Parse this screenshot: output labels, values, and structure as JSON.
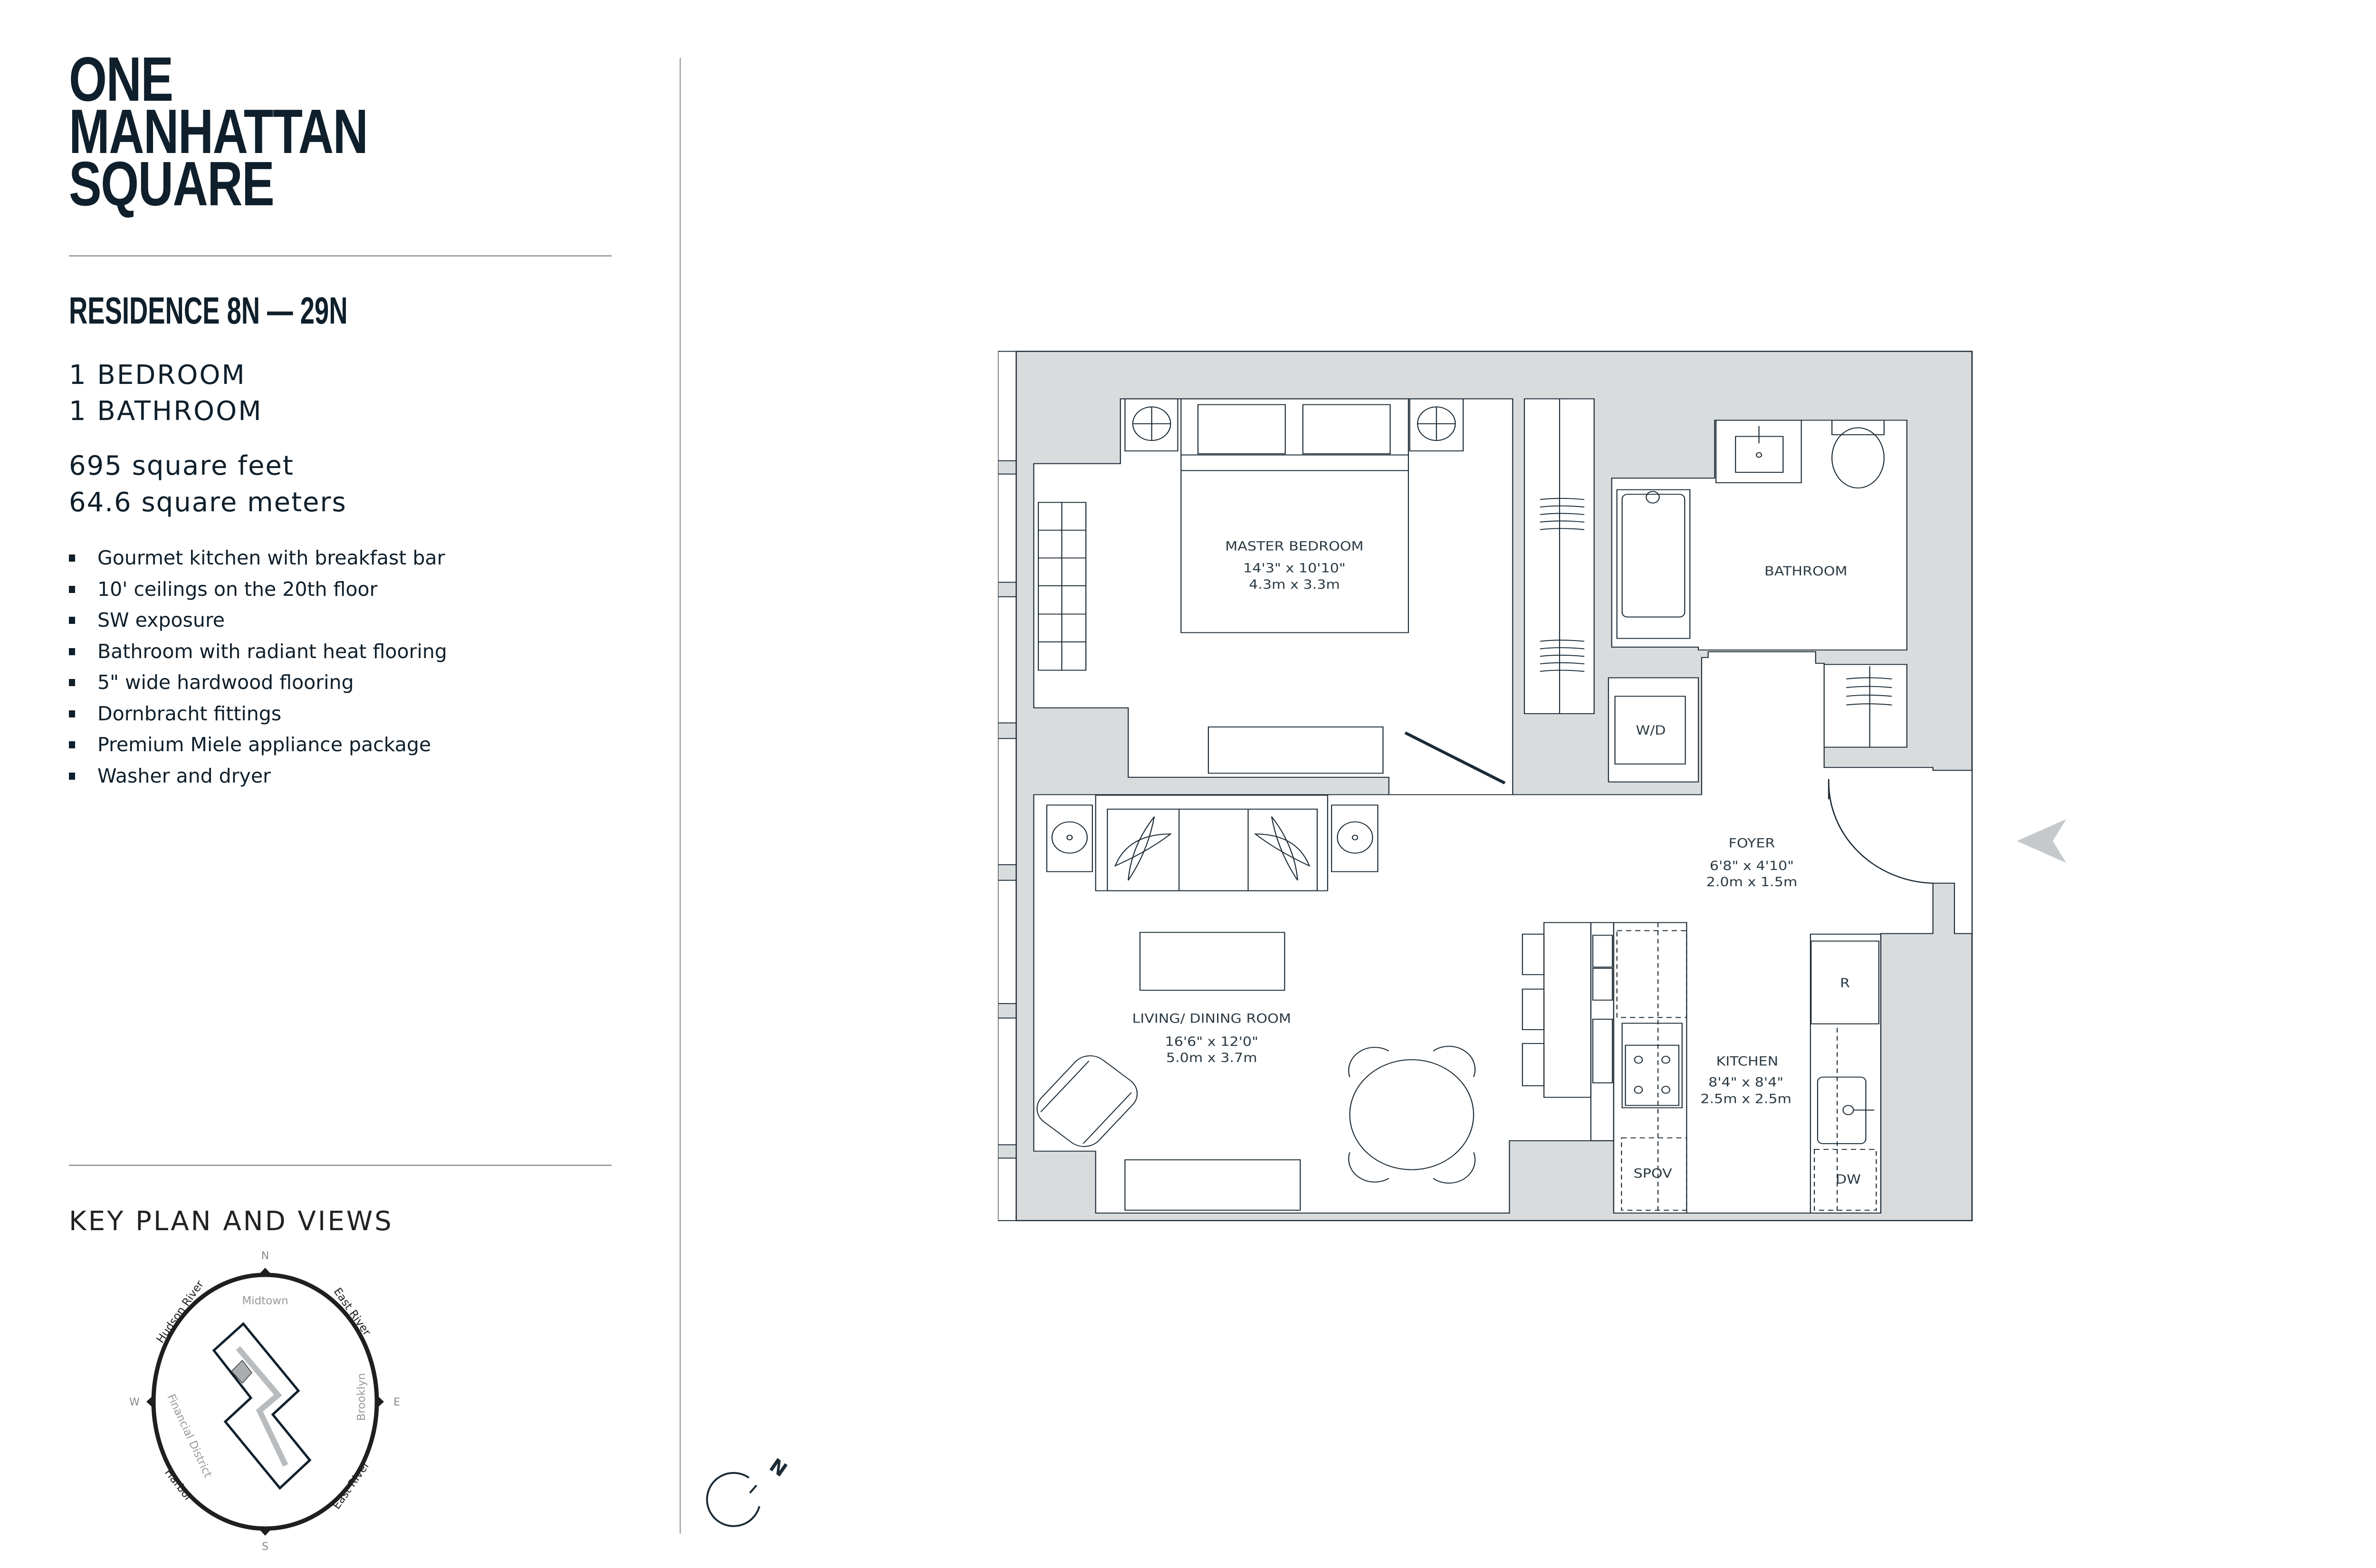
{
  "brand": {
    "lines": [
      "ONE",
      "MANHATTAN",
      "SQUARE"
    ]
  },
  "residence": {
    "title": "RESIDENCE 8N — 29N",
    "bedrooms": "1 BEDROOM",
    "bathrooms": "1 BATHROOM",
    "area_sqft": "695 square feet",
    "area_sqm": "64.6 square meters",
    "features": [
      "Gourmet kitchen with breakfast bar",
      "10' ceilings on the 20th floor",
      "SW exposure",
      "Bathroom with radiant heat flooring",
      "5\" wide hardwood flooring",
      "Dornbracht fittings",
      "Premium Miele appliance package",
      "Washer and dryer"
    ]
  },
  "key_plan": {
    "title": "KEY PLAN AND VIEWS",
    "compass": {
      "n": "N",
      "s": "S",
      "e": "E",
      "w": "W"
    },
    "views": {
      "hudson": "Hudson River",
      "east_river_top": "East River",
      "midtown": "Midtown",
      "brooklyn": "Brooklyn",
      "financial": "Financial District",
      "harbor": "Harbor",
      "east_river_bottom": "East River"
    }
  },
  "floor_plan": {
    "rooms": {
      "master_bedroom": {
        "name": "MASTER BEDROOM",
        "dim_ft": "14'3\" x 10'10\"",
        "dim_m": "4.3m x 3.3m"
      },
      "bathroom": {
        "name": "BATHROOM"
      },
      "foyer": {
        "name": "FOYER",
        "dim_ft": "6'8\" x 4'10\"",
        "dim_m": "2.0m x 1.5m"
      },
      "living": {
        "name": "LIVING/ DINING ROOM",
        "dim_ft": "16'6\" x 12'0\"",
        "dim_m": "5.0m x 3.7m"
      },
      "kitchen": {
        "name": "KITCHEN",
        "dim_ft": "8'4\" x 8'4\"",
        "dim_m": "2.5m x 2.5m"
      }
    },
    "appliances": {
      "wd": "W/D",
      "fridge": "R",
      "oven": "SPOV",
      "dishwasher": "DW"
    },
    "north": "N"
  },
  "colors": {
    "ink": "#0f1f2b",
    "wall": "#d9dcdd",
    "rule": "#9aa1a6"
  }
}
